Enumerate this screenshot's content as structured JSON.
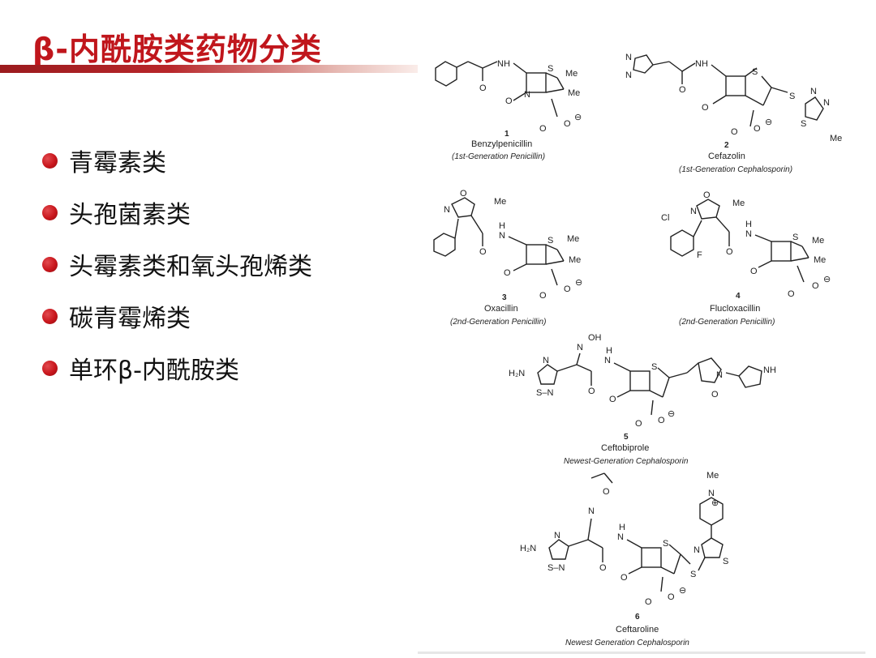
{
  "slide": {
    "title": "β-内酰胺类药物分类",
    "bullets": [
      "青霉素类",
      "头孢菌素类",
      "头霉素类和氧头孢烯类",
      "碳青霉烯类",
      "单环β-内酰胺类"
    ]
  },
  "figure": {
    "compounds": [
      {
        "number": "1",
        "name": "Benzylpenicillin",
        "generation": "(1st-Generation Penicillin)"
      },
      {
        "number": "2",
        "name": "Cefazolin",
        "generation": "(1st-Generation Cephalosporin)"
      },
      {
        "number": "3",
        "name": "Oxacillin",
        "generation": "(2nd-Generation Penicillin)"
      },
      {
        "number": "4",
        "name": "Flucloxacillin",
        "generation": "(2nd-Generation Penicillin)"
      },
      {
        "number": "5",
        "name": "Ceftobiprole",
        "generation": "Newest-Generation Cephalosporin"
      },
      {
        "number": "6",
        "name": "Ceftaroline",
        "generation": "Newest Generation Cephalosporin"
      }
    ],
    "atom_labels": {
      "NH": "NH",
      "H": "H",
      "N": "N",
      "S": "S",
      "O": "O",
      "Me": "Me",
      "Cl": "Cl",
      "F": "F",
      "OH": "OH",
      "H2N": "H₂N",
      "SN": "S–N",
      "charge_minus": "⊖",
      "charge_plus": "⊕"
    }
  }
}
